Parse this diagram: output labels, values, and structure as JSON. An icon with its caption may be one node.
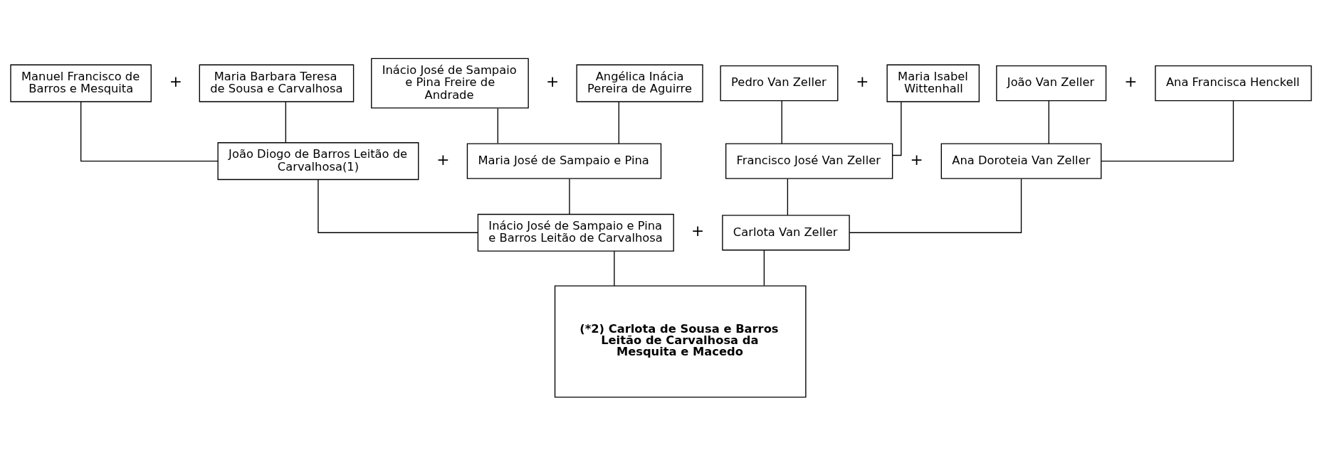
{
  "diagram": {
    "nodes": [
      {
        "text": [
          "Manuel Francisco de Barros e Mesquita"
        ]
      },
      {
        "text": [
          "Maria Barbara Teresa de Sousa e Carvalhosa"
        ]
      },
      {
        "text": [
          "Inácio José de Sampaio e Pina Freire de Andrade"
        ]
      },
      {
        "text": [
          "Angélica Inácia Pereira de Aguirre"
        ]
      },
      {
        "text": [
          "Pedro Van Zeller"
        ]
      },
      {
        "text": [
          "Maria Isabel Wittenhall"
        ]
      },
      {
        "text": [
          "João Van Zeller"
        ]
      },
      {
        "text": [
          "Ana Francisca Henckell"
        ]
      },
      {
        "text": [
          "João Diogo de Barros Leitão de Carvalhosa(1)"
        ]
      },
      {
        "text": [
          "Maria José de Sampaio e Pina"
        ]
      },
      {
        "text": [
          "Francisco José Van Zeller"
        ]
      },
      {
        "text": [
          "Ana Doroteia Van Zeller"
        ]
      },
      {
        "text": [
          "Inácio José de Sampaio e Pina e Barros Leitão de Carvalhosa"
        ]
      },
      {
        "text": [
          "Carlota Van Zeller"
        ]
      },
      {
        "text": [
          "(*2) Carlota de Sousa e Barros Leitão de Carvalhosa da Mesquita e Macedo"
        ]
      }
    ],
    "edges": [
      {
        "from": 0,
        "to": 8,
        "arrow": "none"
      },
      {
        "from": 1,
        "to": 8,
        "arrow": "none"
      },
      {
        "from": 2,
        "to": 9,
        "arrow": "none"
      },
      {
        "from": 3,
        "to": 9,
        "arrow": "none"
      },
      {
        "from": 4,
        "to": 10,
        "arrow": "none"
      },
      {
        "from": 5,
        "to": 10,
        "arrow": "none"
      },
      {
        "from": 6,
        "to": 11,
        "arrow": "none"
      },
      {
        "from": 7,
        "to": 11,
        "arrow": "none"
      },
      {
        "from": 8,
        "to": 12,
        "arrow": "none"
      },
      {
        "from": 9,
        "to": 12,
        "arrow": "none"
      },
      {
        "from": 10,
        "to": 13,
        "arrow": "none"
      },
      {
        "from": 11,
        "to": 13,
        "arrow": "none"
      },
      {
        "from": 12,
        "to": 14,
        "arrow": "none"
      },
      {
        "from": 13,
        "to": 14,
        "arrow": "none"
      }
    ],
    "labels": [
      "+",
      "+",
      "+",
      "+",
      "+",
      "+",
      "+"
    ]
  }
}
